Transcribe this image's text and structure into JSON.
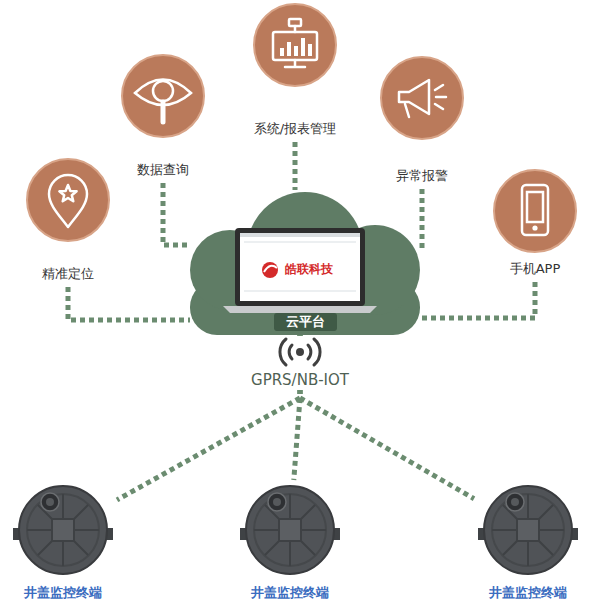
{
  "diagram": {
    "nodes": [
      {
        "text": [
          "系统/报表管理"
        ]
      },
      {
        "text": [
          "数据查询"
        ]
      },
      {
        "text": [
          "异常报警"
        ]
      },
      {
        "text": [
          "精准定位"
        ]
      },
      {
        "text": [
          "手机APP"
        ]
      },
      {
        "text": [
          "云平台"
        ]
      },
      {
        "text": [
          "井盖监控终端"
        ]
      },
      {
        "text": [
          "井盖监控终端"
        ]
      },
      {
        "text": [
          "井盖监控终端"
        ]
      }
    ],
    "edges": [
      {
        "from": 0,
        "to": 5,
        "arrow": "none"
      },
      {
        "from": 1,
        "to": 5,
        "arrow": "none"
      },
      {
        "from": 2,
        "to": 5,
        "arrow": "none"
      },
      {
        "from": 3,
        "to": 5,
        "arrow": "none"
      },
      {
        "from": 4,
        "to": 5,
        "arrow": "none"
      },
      {
        "from": 5,
        "to": 6,
        "arrow": "none"
      },
      {
        "from": 5,
        "to": 7,
        "arrow": "none"
      },
      {
        "from": 5,
        "to": 8,
        "arrow": "none"
      }
    ],
    "labels": [
      "皓联科技",
      "GPRS/NB-IOT"
    ]
  }
}
